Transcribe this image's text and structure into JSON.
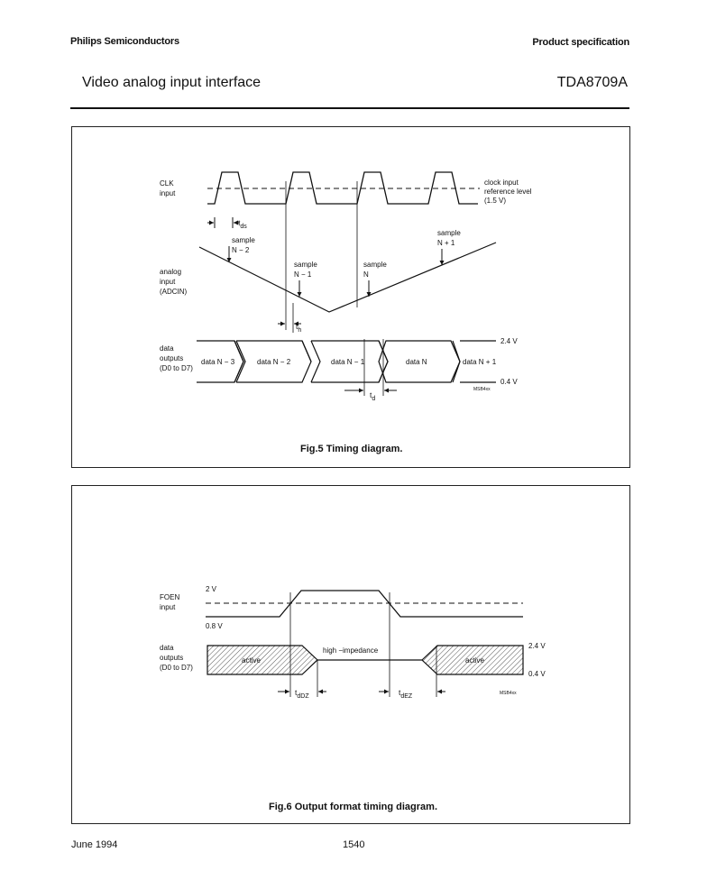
{
  "header": {
    "company": "Philips Semiconductors",
    "doc_type": "Product specification",
    "title": "Video analog input interface",
    "part_number": "TDA8709A"
  },
  "fig5": {
    "caption": "Fig.5  Timing diagram.",
    "clk_label": [
      "CLK",
      "input"
    ],
    "clk_ref_label": [
      "clock input",
      "reference level",
      "(1.5 V)"
    ],
    "tds_label": "t",
    "tds_sub": "ds",
    "th_label": "t",
    "th_sub": "h",
    "td_label": "t",
    "td_sub": "d",
    "analog_label": [
      "analog",
      "input",
      "(ADCIN)"
    ],
    "samples": [
      {
        "l1": "sample",
        "l2": "N − 2"
      },
      {
        "l1": "sample",
        "l2": "N − 1"
      },
      {
        "l1": "sample",
        "l2": "N"
      },
      {
        "l1": "sample",
        "l2": "N + 1"
      }
    ],
    "data_outputs_label": [
      "data",
      "outputs",
      "(D0 to D7)"
    ],
    "data_cells": [
      "data N − 3",
      "data N − 2",
      "data N − 1",
      "data N",
      "data N + 1"
    ],
    "v_high": "2.4 V",
    "v_low": "0.4 V",
    "ref_code": "MSB4xx"
  },
  "fig6": {
    "caption": "Fig.6  Output format timing diagram.",
    "foen_label": [
      "FOEN",
      "input"
    ],
    "v_2": "2 V",
    "v_08": "0.8 V",
    "data_outputs_label": [
      "data",
      "outputs",
      "(D0 to D7)"
    ],
    "active_left": "active",
    "active_right": "active",
    "high_z": "high −impedance",
    "v_high": "2.4 V",
    "v_low": "0.4 V",
    "tdz_label": "t",
    "tdz_sub": "dDZ",
    "tez_label": "t",
    "tez_sub": "dEZ",
    "ref_code": "MSB4xx"
  },
  "footer": {
    "date": "June 1994",
    "page": "1540"
  }
}
